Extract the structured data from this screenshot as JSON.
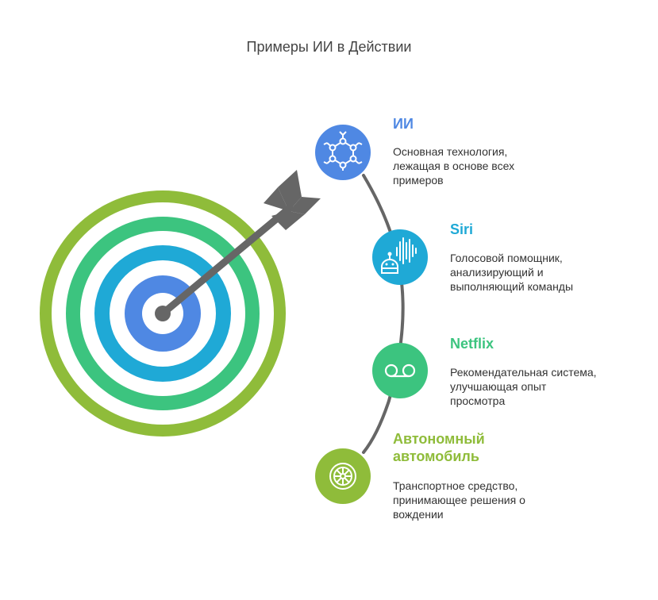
{
  "title": "Примеры ИИ в Действии",
  "colors": {
    "outer_ring": "#8fbc3a",
    "ring_2": "#3cc47f",
    "ring_3": "#1fa9d6",
    "bullseye": "#4f88e3",
    "arrow": "#666666",
    "connector": "#666666"
  },
  "items": [
    {
      "title": "ИИ",
      "color": "#4f88e3",
      "icon": "network-icon",
      "description": [
        "Основная технология,",
        "лежащая в основе всех",
        "примеров"
      ]
    },
    {
      "title": "Siri",
      "color": "#1fa9d6",
      "icon": "voice-assistant-icon",
      "description": [
        "Голосовой помощник,",
        "анализирующий и",
        "выполняющий команды"
      ]
    },
    {
      "title": "Netflix",
      "color": "#3cc47f",
      "icon": "tape-icon",
      "description": [
        "Рекомендательная система,",
        "улучшающая опыт",
        "просмотра"
      ]
    },
    {
      "title_lines": [
        "Автономный",
        "автомобиль"
      ],
      "color": "#8fbc3a",
      "icon": "wheel-icon",
      "description": [
        "Транспортное средство,",
        "принимающее решения о",
        "вождении"
      ]
    }
  ]
}
